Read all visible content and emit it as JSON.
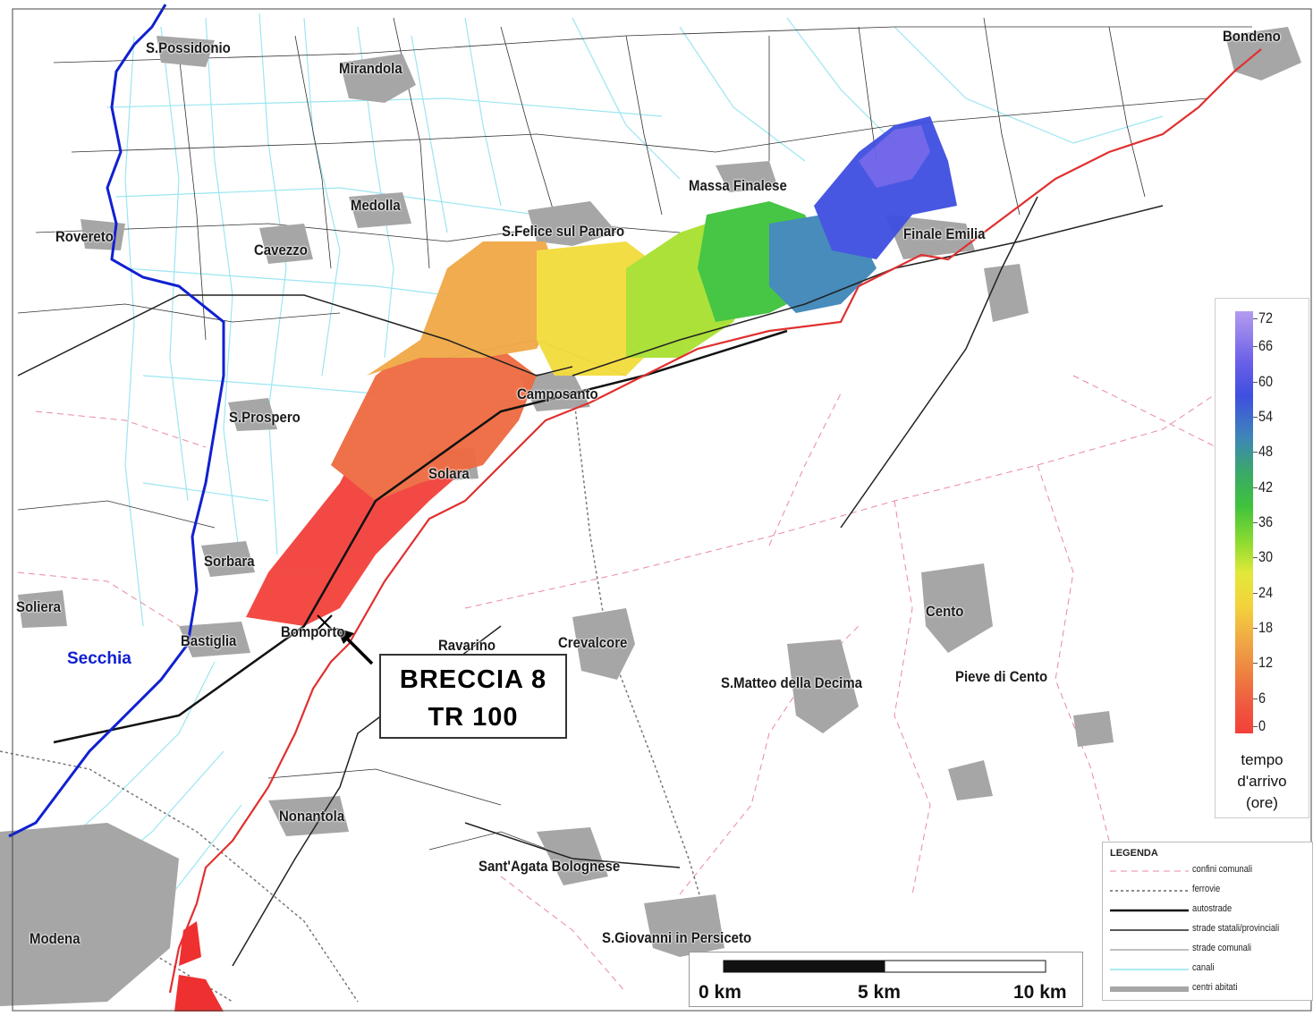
{
  "towns": [
    {
      "id": "s-possidonio",
      "name": "S.Possidonio"
    },
    {
      "id": "mirandola",
      "name": "Mirandola"
    },
    {
      "id": "bondeno",
      "name": "Bondeno"
    },
    {
      "id": "massa-finalese",
      "name": "Massa Finalese"
    },
    {
      "id": "medolla",
      "name": "Medolla"
    },
    {
      "id": "rovereto",
      "name": "Rovereto"
    },
    {
      "id": "cavezzo",
      "name": "Cavezzo"
    },
    {
      "id": "s-felice",
      "name": "S.Felice sul Panaro"
    },
    {
      "id": "finale-emilia",
      "name": "Finale Emilia"
    },
    {
      "id": "camposanto",
      "name": "Camposanto"
    },
    {
      "id": "s-prospero",
      "name": "S.Prospero"
    },
    {
      "id": "solara",
      "name": "Solara"
    },
    {
      "id": "sorbara",
      "name": "Sorbara"
    },
    {
      "id": "soliera",
      "name": "Soliera"
    },
    {
      "id": "bastiglia",
      "name": "Bastiglia"
    },
    {
      "id": "bomporto",
      "name": "Bomporto"
    },
    {
      "id": "ravarino",
      "name": "Ravarino"
    },
    {
      "id": "crevalcore",
      "name": "Crevalcore"
    },
    {
      "id": "cento",
      "name": "Cento"
    },
    {
      "id": "s-matteo",
      "name": "S.Matteo della Decima"
    },
    {
      "id": "pieve-di-cento",
      "name": "Pieve di Cento"
    },
    {
      "id": "nonantola",
      "name": "Nonantola"
    },
    {
      "id": "sant-agata",
      "name": "Sant'Agata Bolognese"
    },
    {
      "id": "modena",
      "name": "Modena"
    },
    {
      "id": "s-giovanni",
      "name": "S.Giovanni in Persiceto"
    }
  ],
  "river_label": "Secchia",
  "breach": {
    "line1": "BRECCIA 8",
    "line2": "TR 100"
  },
  "colorbar": {
    "ticks": [
      "72",
      "66",
      "60",
      "54",
      "48",
      "42",
      "36",
      "30",
      "24",
      "18",
      "12",
      "6",
      "0"
    ],
    "title_line1": "tempo",
    "title_line2": "d'arrivo",
    "title_line3": "(ore)",
    "colors_top_to_bottom": [
      "#b49cf0",
      "#6b60e8",
      "#3f4fe0",
      "#3e86b8",
      "#3aa86a",
      "#3ec23c",
      "#90dc30",
      "#e2e83a",
      "#f3d23c",
      "#f0a845",
      "#ee8040",
      "#ef5a40",
      "#f2403a"
    ]
  },
  "legend": {
    "title": "LEGENDA",
    "items": [
      {
        "label": "confini comunali"
      },
      {
        "label": "ferrovie"
      },
      {
        "label": "autostrade"
      },
      {
        "label": "strade statali/provinciali"
      },
      {
        "label": "strade comunali"
      },
      {
        "label": "canali"
      },
      {
        "label": "centri abitati"
      }
    ]
  },
  "scalebar": {
    "label_0": "0 km",
    "label_5": "5 km",
    "label_10": "10 km"
  },
  "colors": {
    "river": "#1020d0",
    "embankment": "#e03030",
    "canal": "#8fe3f0",
    "town_area": "#a6a6a6",
    "boundary": "#e88aa0"
  }
}
